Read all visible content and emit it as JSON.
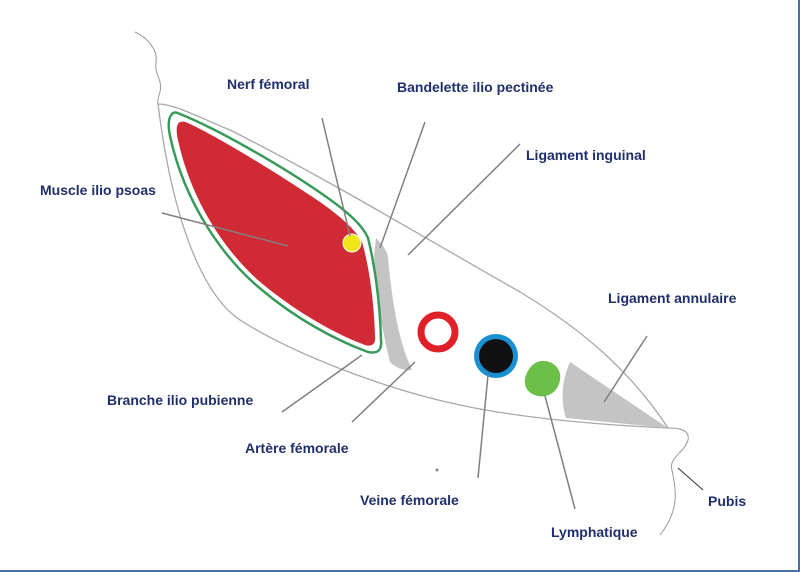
{
  "labels": {
    "nerf_femoral": "Nerf fémoral",
    "bandelette": "Bandelette ilio pectinée",
    "ligament_inguinal": "Ligament inguinal",
    "muscle_ilio_psoas": "Muscle ilio psoas",
    "ligament_annulaire": "Ligament annulaire",
    "branche_ilio_pubienne": "Branche ilio pubienne",
    "artere_femorale": "Artère fémorale",
    "veine_femorale": "Veine fémorale",
    "lymphatique": "Lymphatique",
    "pubis": "Pubis"
  },
  "colors": {
    "label_text": "#1f2f6b",
    "muscle_fill": "#d02a35",
    "fascia_outline": "#3a9a5c",
    "nerve_fill": "#f2e619",
    "artery_ring": "#e02027",
    "vein_ring": "#1a8fd1",
    "vein_core": "#111111",
    "lymph_fill": "#6cc04a",
    "ligament_gray": "#c4c4c4",
    "leader_line": "#808080"
  }
}
